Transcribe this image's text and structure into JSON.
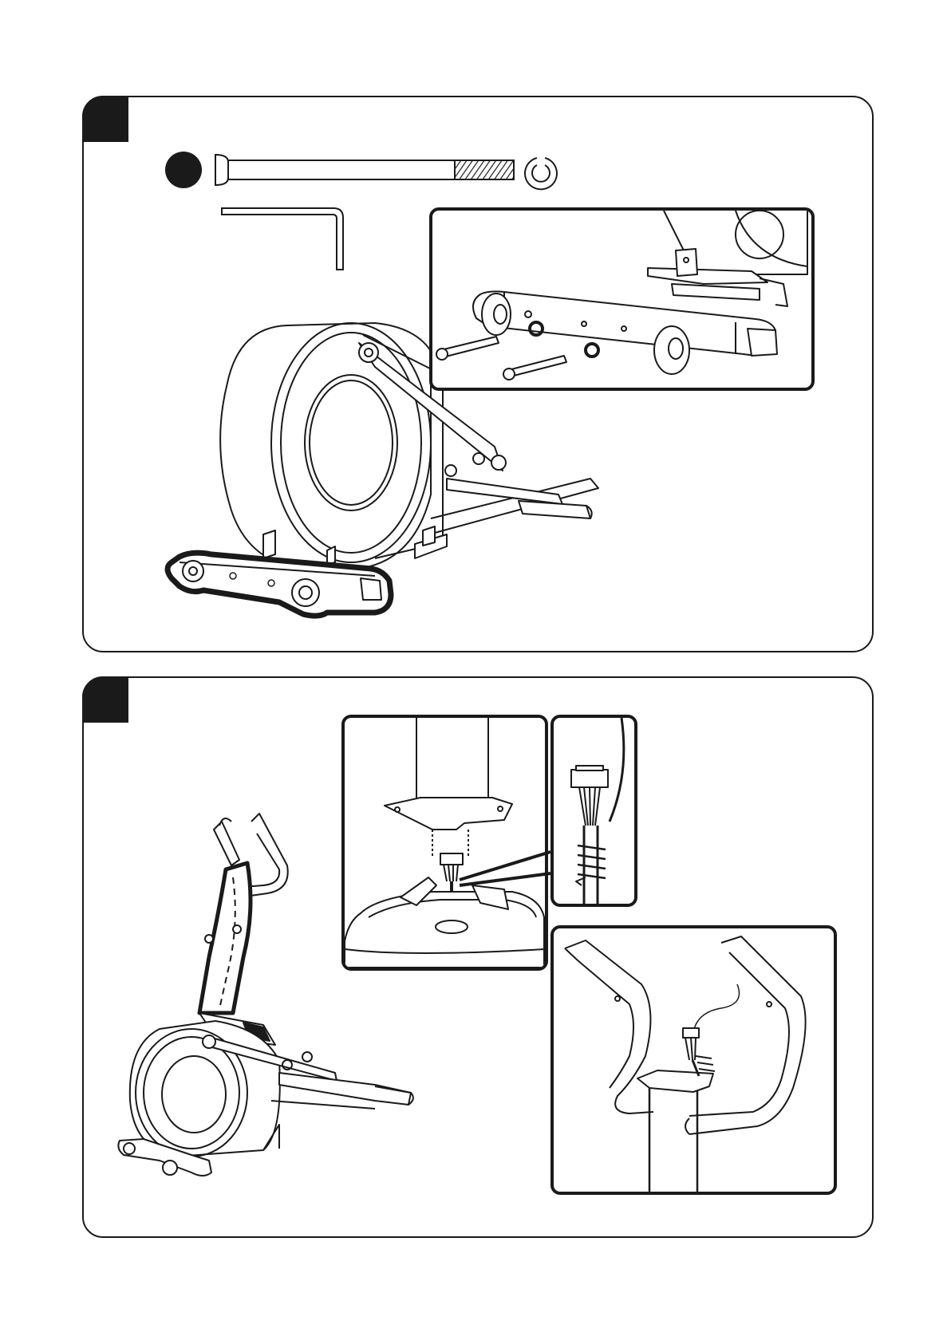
{
  "colors": {
    "line": "#1a1a1a",
    "background": "#ffffff",
    "step_box": "#1a1a1a"
  },
  "step1": {
    "parts": [
      {
        "icon": "part-label-dot-icon"
      },
      {
        "icon": "bolt-icon"
      },
      {
        "icon": "spring-washer-icon"
      },
      {
        "icon": "allen-key-icon"
      }
    ],
    "illustration": "elliptical-trainer-rear-stabilizer",
    "detail": "rear-stabilizer-bolt-detail"
  },
  "step2": {
    "illustration": "elliptical-trainer-front-post",
    "details": [
      "post-connection-detail",
      "cable-connector-detail",
      "handlebar-cable-detail"
    ]
  }
}
